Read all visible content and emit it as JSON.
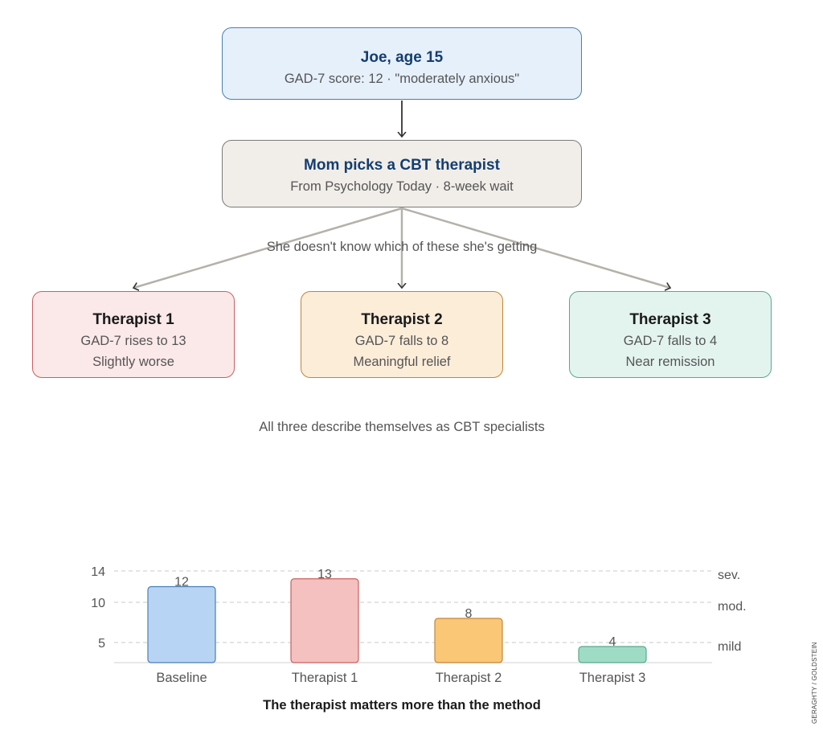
{
  "patient": {
    "title": "Joe, age 15",
    "subtitle": "GAD-7 score: 12 · \"moderately anxious\""
  },
  "choice": {
    "title": "Mom picks a CBT therapist",
    "subtitle": "From Psychology Today · 8-week wait"
  },
  "branch_note": "She doesn't know which of these she's getting",
  "therapists": [
    {
      "title": "Therapist 1",
      "line1": "GAD-7 rises to 13",
      "line2": "Slightly worse"
    },
    {
      "title": "Therapist 2",
      "line1": "GAD-7 falls to 8",
      "line2": "Meaningful relief"
    },
    {
      "title": "Therapist 3",
      "line1": "GAD-7 falls to 4",
      "line2": "Near remission"
    }
  ],
  "specialists_note": "All three describe themselves as CBT specialists",
  "chart_data": {
    "type": "bar",
    "categories": [
      "Baseline",
      "Therapist 1",
      "Therapist 2",
      "Therapist 3"
    ],
    "values": [
      12,
      13,
      8,
      4
    ],
    "colors": [
      {
        "fill": "#b8d4f4",
        "stroke": "#4a7fb5"
      },
      {
        "fill": "#f5c0c0",
        "stroke": "#c96060"
      },
      {
        "fill": "#f9c776",
        "stroke": "#c2853a"
      },
      {
        "fill": "#9fdcc6",
        "stroke": "#5aa88c"
      }
    ],
    "yticks": [
      5,
      10,
      14
    ],
    "reference_lines": [
      {
        "value": 14,
        "label": "sev."
      },
      {
        "value": 10,
        "label": "mod."
      },
      {
        "value": 5,
        "label": "mild"
      }
    ],
    "caption": "The therapist matters more than the method"
  },
  "credit": "GERAGHTY / GOLDSTEIN"
}
